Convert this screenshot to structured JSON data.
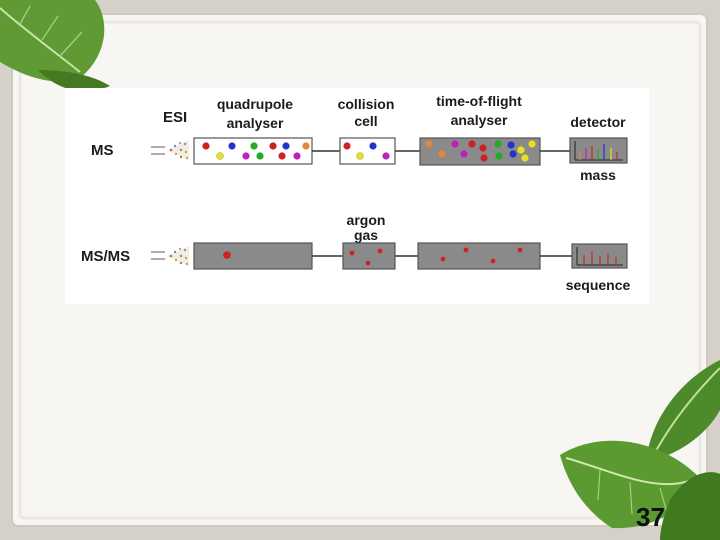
{
  "slide": {
    "page_number": "37"
  },
  "diagram": {
    "labels": {
      "esi": "ESI",
      "quadrupole": [
        "quadrupole",
        "analyser"
      ],
      "collision": [
        "collision",
        "cell"
      ],
      "tof": [
        "time-of-flight",
        "analyser"
      ],
      "detector": "detector",
      "mass": "mass",
      "argon": [
        "argon",
        "gas"
      ],
      "sequence": "sequence"
    },
    "rows": {
      "ms": "MS",
      "msms": "MS/MS"
    }
  },
  "colors": {
    "background": "#d9d4cc",
    "paper": "#f7f6f2",
    "figure_bg": "#ffffff",
    "box_gray": "#8a8a8a",
    "ion_red": "#cc2222",
    "ion_blue": "#2222cc",
    "ion_green": "#22aa22",
    "ion_yellow": "#e8e020",
    "ion_magenta": "#bb22bb",
    "ion_orange": "#e08840",
    "leaf_green": "#4f8a2c"
  }
}
